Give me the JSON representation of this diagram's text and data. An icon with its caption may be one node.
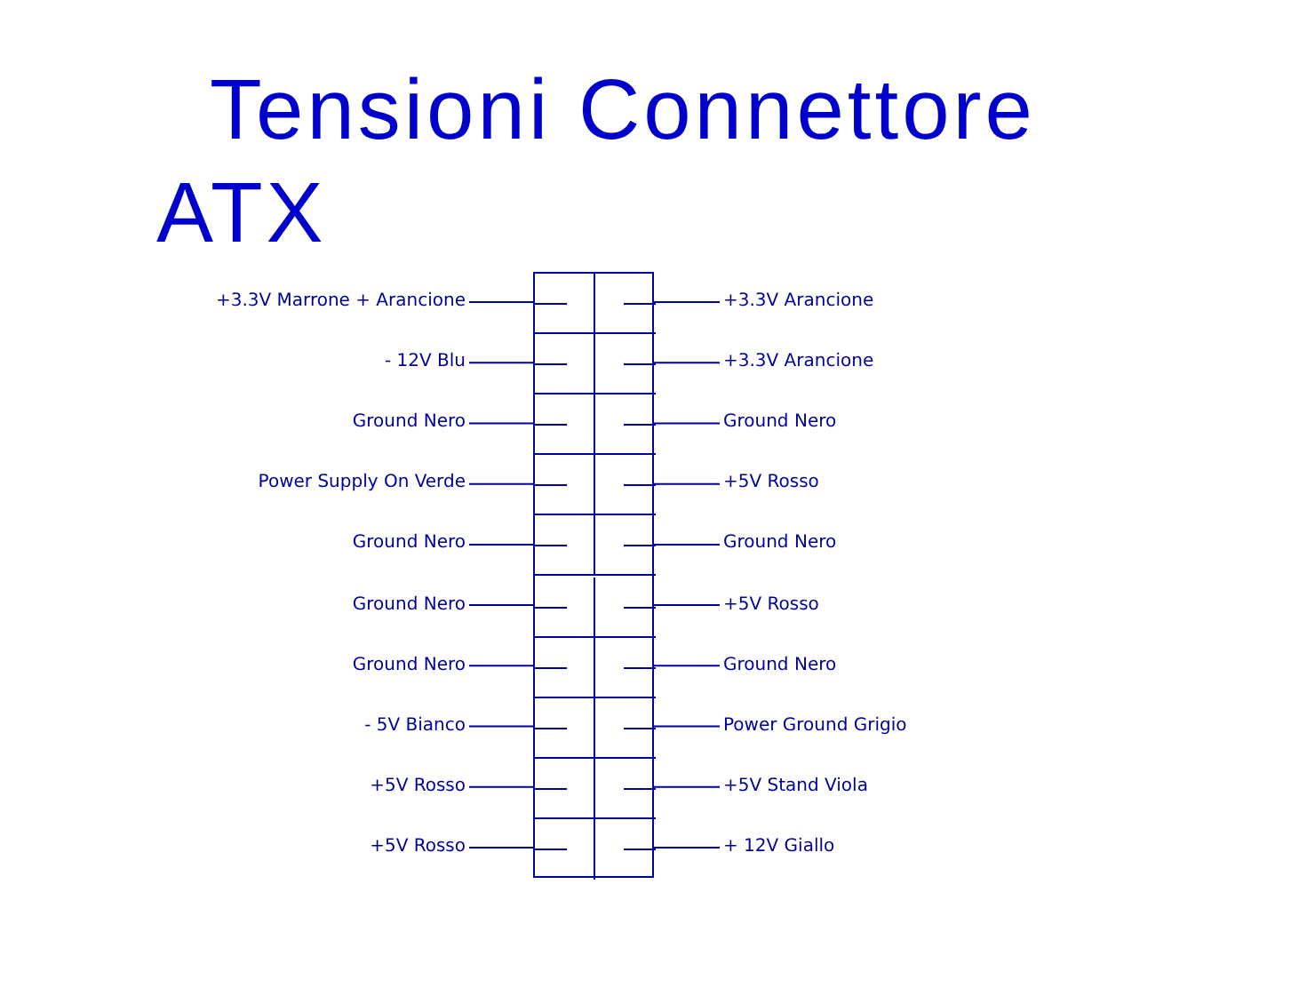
{
  "diagram": {
    "title": "Tensioni Connettore ATX",
    "nodes": [
      {
        "text": [],
        "shape": "box"
      },
      {
        "text": [],
        "shape": "box",
        "in": 0
      },
      {
        "text": [],
        "shape": "box",
        "in": 0
      },
      {
        "text": [],
        "shape": "box",
        "in": 0
      },
      {
        "text": [],
        "shape": "box",
        "in": 0
      },
      {
        "text": [],
        "shape": "box",
        "in": 0
      },
      {
        "text": [],
        "shape": "box",
        "in": 0
      },
      {
        "text": [],
        "shape": "box",
        "in": 0
      },
      {
        "text": [],
        "shape": "box",
        "in": 0
      },
      {
        "text": [],
        "shape": "box",
        "in": 0
      },
      {
        "text": [],
        "shape": "box",
        "in": 0
      },
      {
        "text": [],
        "shape": "box",
        "in": 0
      },
      {
        "text": [],
        "shape": "box",
        "in": 0
      },
      {
        "text": [],
        "shape": "box",
        "in": 0
      },
      {
        "text": [],
        "shape": "box",
        "in": 0
      },
      {
        "text": [],
        "shape": "box",
        "in": 0
      },
      {
        "text": [],
        "shape": "box",
        "in": 0
      },
      {
        "text": [],
        "shape": "box",
        "in": 0
      },
      {
        "text": [],
        "shape": "box",
        "in": 0
      },
      {
        "text": [],
        "shape": "box",
        "in": 0
      },
      {
        "text": [],
        "shape": "box",
        "in": 0
      },
      {
        "text": [
          "+3.3V Marrone + Arancione"
        ]
      },
      {
        "text": [
          "+3.3V Arancione"
        ]
      },
      {
        "text": [
          "- 12V Blu"
        ]
      },
      {
        "text": [
          "+3.3V Arancione"
        ]
      },
      {
        "text": [
          "Ground Nero"
        ]
      },
      {
        "text": [
          "Ground Nero"
        ]
      },
      {
        "text": [
          "Power Supply On Verde"
        ]
      },
      {
        "text": [
          "+5V Rosso"
        ]
      },
      {
        "text": [
          "Ground Nero"
        ]
      },
      {
        "text": [
          "Ground Nero"
        ]
      },
      {
        "text": [
          "Ground Nero"
        ]
      },
      {
        "text": [
          "+5V Rosso"
        ]
      },
      {
        "text": [
          "Ground Nero"
        ]
      },
      {
        "text": [
          "Ground Nero"
        ]
      },
      {
        "text": [
          "- 5V Bianco"
        ]
      },
      {
        "text": [
          "Power Ground Grigio"
        ]
      },
      {
        "text": [
          "+5V Rosso"
        ]
      },
      {
        "text": [
          "+5V Stand Viola"
        ]
      },
      {
        "text": [
          "+5V Rosso"
        ]
      },
      {
        "text": [
          "+ 12V Giallo"
        ]
      }
    ],
    "edges": [
      {
        "from": 21,
        "to": 1,
        "arrow": "none"
      },
      {
        "from": 22,
        "to": 2,
        "arrow": "none"
      },
      {
        "from": 23,
        "to": 3,
        "arrow": "none"
      },
      {
        "from": 24,
        "to": 4,
        "arrow": "none"
      },
      {
        "from": 25,
        "to": 5,
        "arrow": "none"
      },
      {
        "from": 26,
        "to": 6,
        "arrow": "none"
      },
      {
        "from": 27,
        "to": 7,
        "arrow": "none"
      },
      {
        "from": 28,
        "to": 8,
        "arrow": "none"
      },
      {
        "from": 29,
        "to": 9,
        "arrow": "none"
      },
      {
        "from": 30,
        "to": 10,
        "arrow": "none"
      },
      {
        "from": 31,
        "to": 11,
        "arrow": "none"
      },
      {
        "from": 32,
        "to": 12,
        "arrow": "none"
      },
      {
        "from": 33,
        "to": 13,
        "arrow": "none"
      },
      {
        "from": 34,
        "to": 14,
        "arrow": "none"
      },
      {
        "from": 35,
        "to": 15,
        "arrow": "none"
      },
      {
        "from": 36,
        "to": 16,
        "arrow": "none"
      },
      {
        "from": 37,
        "to": 17,
        "arrow": "none"
      },
      {
        "from": 38,
        "to": 18,
        "arrow": "none"
      },
      {
        "from": 39,
        "to": 19,
        "arrow": "none"
      },
      {
        "from": 40,
        "to": 20,
        "arrow": "none"
      }
    ]
  }
}
